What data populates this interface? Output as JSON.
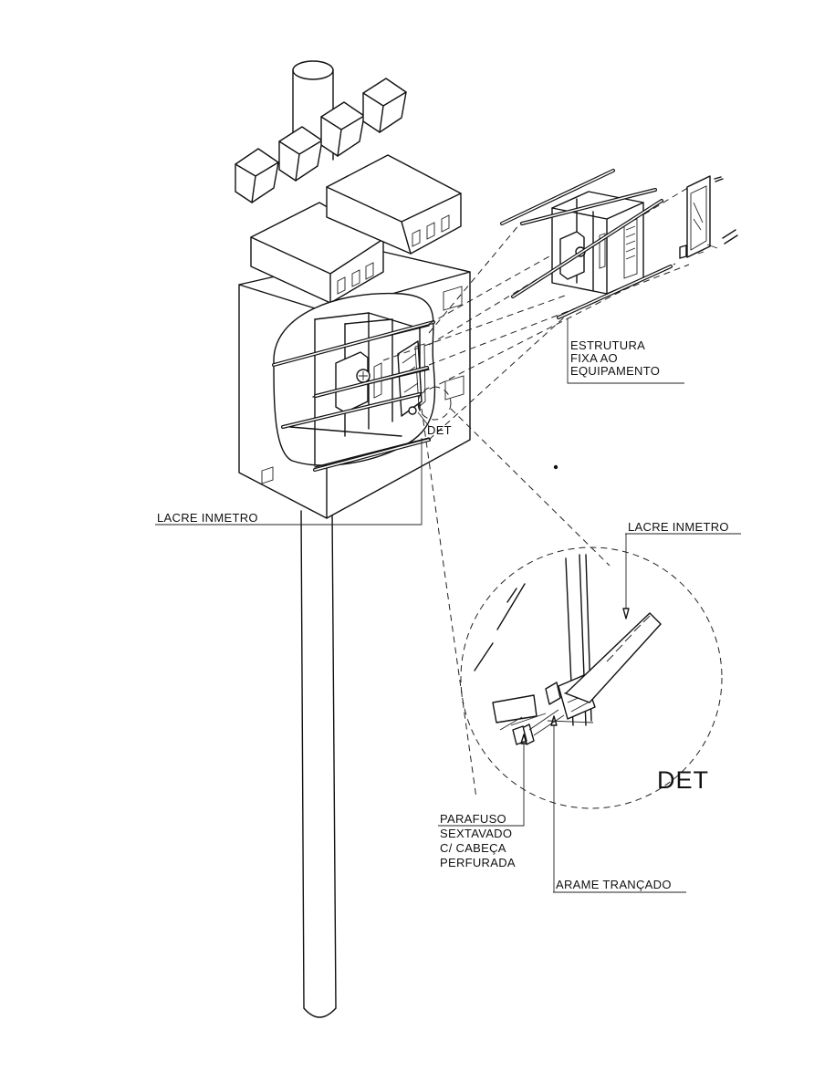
{
  "labels": {
    "lacre_main": "LACRE INMETRO",
    "lacre_detail": "LACRE INMETRO",
    "estrutura": [
      "ESTRUTURA",
      "FIXA AO",
      "EQUIPAMENTO"
    ],
    "det_small": "DET",
    "det_big": "DET",
    "parafuso": [
      "PARAFUSO",
      "SEXTAVADO",
      "C/ CABEÇA",
      "PERFURADA"
    ],
    "arame": "ARAME TRANÇADO"
  }
}
